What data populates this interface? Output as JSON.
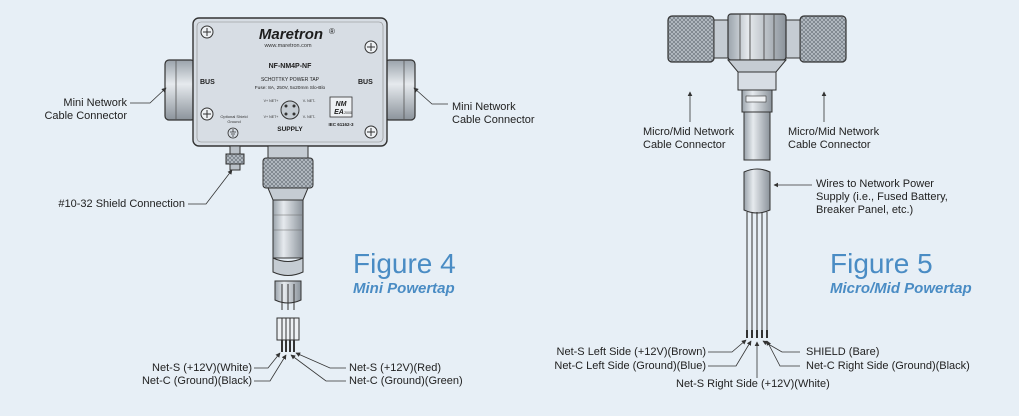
{
  "colors": {
    "background": "#e7eff6",
    "accent": "#4a8cc4",
    "device": "#d7dde4",
    "outline": "#333333"
  },
  "figure4": {
    "title": "Figure 4",
    "subtitle": "Mini Powertap",
    "device": {
      "brand": "Maretron",
      "url": "www.maretron.com",
      "model": "NF-NM4P-NF",
      "product": "SCHOTTKY POWER TAP",
      "fuse": "Fuse: 8A, 250V, 5x20mm Slo-Blo",
      "bus_left": "BUS",
      "bus_right": "BUS",
      "supply": "SUPPLY",
      "optional_shield": "Optional Shield",
      "ground": "Ground",
      "nmea_line1": "NM",
      "nmea_line2": "EA",
      "nmea_year": "2000",
      "iec": "IEC 61162-3",
      "pins": [
        "V+ NET+",
        "V- NET-",
        "V+ NET+",
        "V- NET-"
      ]
    },
    "labels": {
      "left_connector_line1": "Mini Network",
      "left_connector_line2": "Cable Connector",
      "right_connector_line1": "Mini Network",
      "right_connector_line2": "Cable Connector",
      "shield_connection": "#10-32 Shield Connection",
      "wire_white": "Net-S (+12V)(White)",
      "wire_black": "Net-C (Ground)(Black)",
      "wire_red": "Net-S (+12V)(Red)",
      "wire_green": "Net-C (Ground)(Green)"
    }
  },
  "figure5": {
    "title": "Figure 5",
    "subtitle": "Micro/Mid Powertap",
    "labels": {
      "left_connector_line1": "Micro/Mid Network",
      "left_connector_line2": "Cable Connector",
      "right_connector_line1": "Micro/Mid Network",
      "right_connector_line2": "Cable Connector",
      "wires_line1": "Wires to Network Power",
      "wires_line2": "Supply (i.e., Fused Battery,",
      "wires_line3": "Breaker Panel, etc.)",
      "wire_brown": "Net-S Left Side (+12V)(Brown)",
      "wire_blue": "Net-C Left Side (Ground)(Blue)",
      "wire_white": "Net-S Right Side (+12V)(White)",
      "wire_shield": "SHIELD (Bare)",
      "wire_black": "Net-C Right Side (Ground)(Black)"
    }
  }
}
